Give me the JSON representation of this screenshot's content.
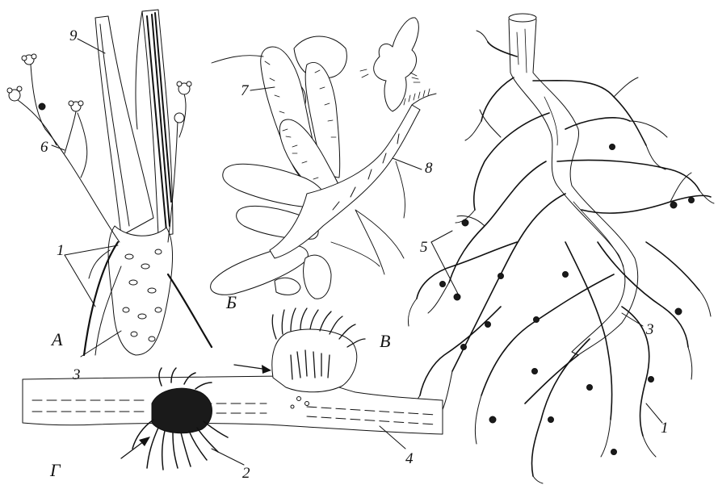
{
  "figure": {
    "panels": [
      {
        "id": "A",
        "letter": "А"
      },
      {
        "id": "B",
        "letter": "Б"
      },
      {
        "id": "V",
        "letter": "В"
      },
      {
        "id": "G",
        "letter": "Г"
      }
    ],
    "labels": {
      "n1_left": "1",
      "n1_right": "1",
      "n2": "2",
      "n3_left": "3",
      "n3_right": "3",
      "n4": "4",
      "n5": "5",
      "n6": "6",
      "n7": "7",
      "n8": "8",
      "n9": "9"
    }
  }
}
